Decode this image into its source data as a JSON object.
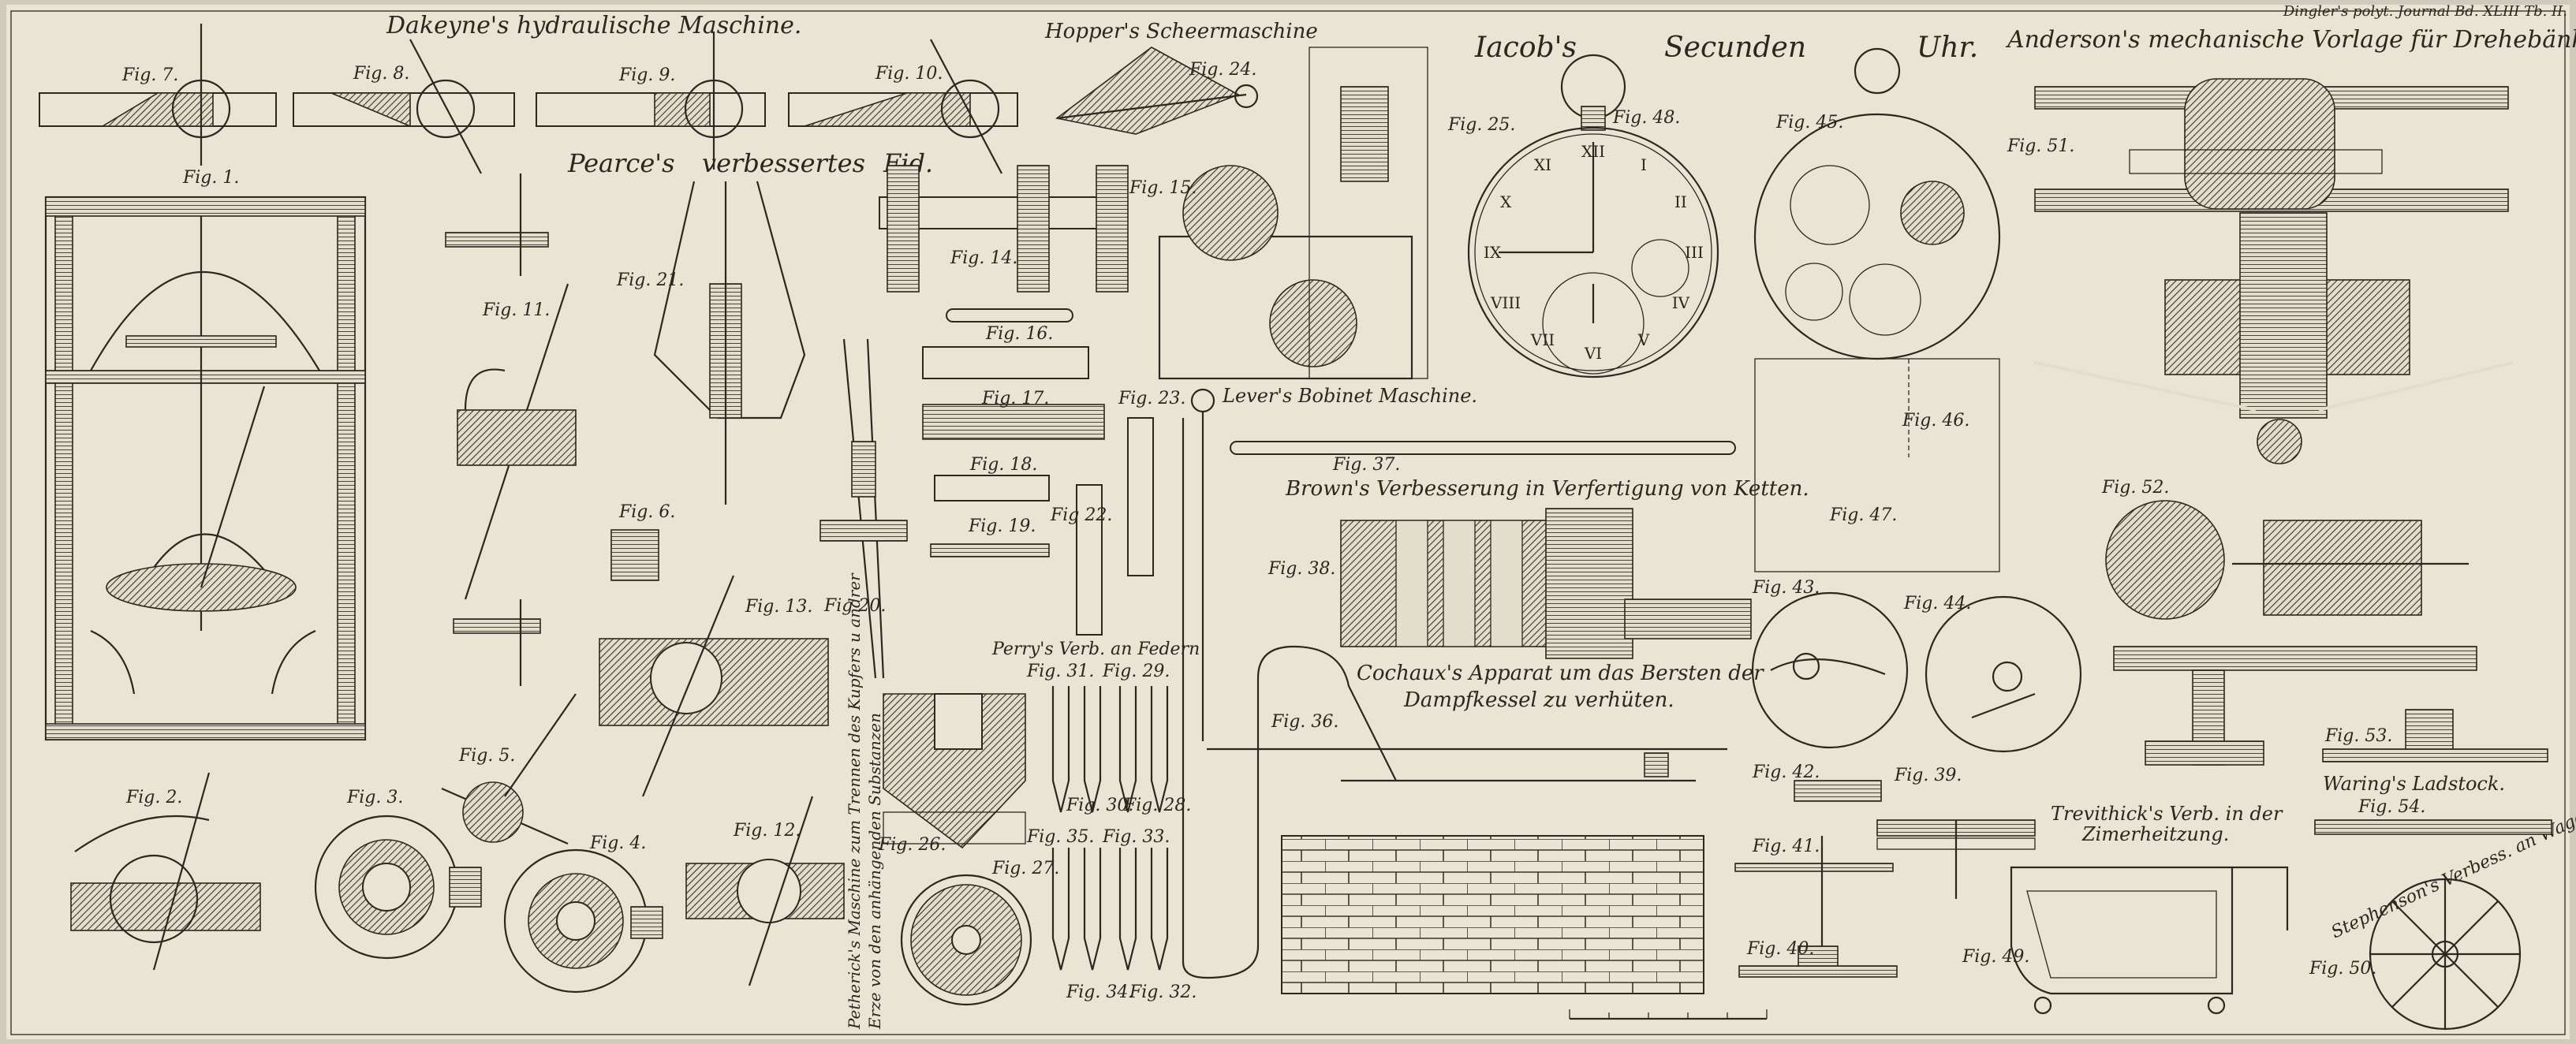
{
  "plate": {
    "journal_note": "Dingler's polyt. Journal Bd. XLIII Tb. II."
  },
  "headers": {
    "dakeyne": "Dakeyne's hydraulische Maschine.",
    "hopper": "Hopper's Scheermaschine",
    "jacob_1": "Iacob's",
    "jacob_2": "Secunden",
    "jacob_3": "Uhr.",
    "anderson": "Anderson's mechanische Vorlage für Drehebänke.",
    "pearce_1": "Pearce's",
    "pearce_2": "verbessertes",
    "pearce_3": "Fid.",
    "levers": "Lever's Bobinet Maschine.",
    "brown": "Brown's Verbesserung in Verfertigung von Ketten.",
    "perry": "Perry's Verb. an Federn",
    "cochaux_1": "Cochaux's Apparat um das Bersten der",
    "cochaux_2": "Dampfkessel zu verhüten.",
    "trevithick_1": "Trevithick's Verb. in der",
    "trevithick_2": "Zimerheitzung.",
    "waring": "Waring's Ladstock.",
    "stephenson": "Stephenson's Verbess. an Wagenrädern",
    "petherick_1": "Petherick's Maschine zum Trennen des Kupfers u andrer",
    "petherick_2": "Erze von den anhängenden Substanzen"
  },
  "figures": {
    "f1": "Fig. 1.",
    "f2": "Fig. 2.",
    "f3": "Fig. 3.",
    "f4": "Fig. 4.",
    "f5": "Fig. 5.",
    "f6": "Fig. 6.",
    "f7": "Fig. 7.",
    "f8": "Fig. 8.",
    "f9": "Fig. 9.",
    "f10": "Fig. 10.",
    "f11": "Fig. 11.",
    "f12": "Fig. 12.",
    "f13": "Fig. 13.",
    "f14": "Fig. 14.",
    "f15": "Fig. 15.",
    "f16": "Fig. 16.",
    "f17": "Fig. 17.",
    "f18": "Fig. 18.",
    "f19": "Fig. 19.",
    "f20": "Fig 20.",
    "f21": "Fig. 21.",
    "f22": "Fig 22.",
    "f23": "Fig. 23.",
    "f24": "Fig. 24.",
    "f25": "Fig. 25.",
    "f26": "Fig. 26.",
    "f27": "Fig. 27.",
    "f28": "Fig. 28.",
    "f29": "Fig. 29.",
    "f30": "Fig. 30.",
    "f31": "Fig. 31.",
    "f32": "Fig. 32.",
    "f33": "Fig. 33.",
    "f34": "Fig. 34.",
    "f35": "Fig. 35.",
    "f36": "Fig. 36.",
    "f37": "Fig. 37.",
    "f38": "Fig. 38.",
    "f39": "Fig. 39.",
    "f40": "Fig. 40.",
    "f41": "Fig. 41.",
    "f42": "Fig. 42.",
    "f43": "Fig. 43.",
    "f44": "Fig. 44.",
    "f45": "Fig. 45.",
    "f46": "Fig. 46.",
    "f47": "Fig. 47.",
    "f48": "Fig. 48.",
    "f49": "Fig. 49.",
    "f50": "Fig. 50.",
    "f51": "Fig. 51.",
    "f52": "Fig. 52.",
    "f53": "Fig. 53.",
    "f54": "Fig. 54."
  },
  "clock_numerals": [
    "XII",
    "I",
    "II",
    "III",
    "IV",
    "V",
    "VI",
    "VII",
    "VIII",
    "IX",
    "X",
    "XI"
  ],
  "colors": {
    "paper": "#e9e4d4",
    "ink": "#2b2721",
    "border": "#cfcabb"
  }
}
